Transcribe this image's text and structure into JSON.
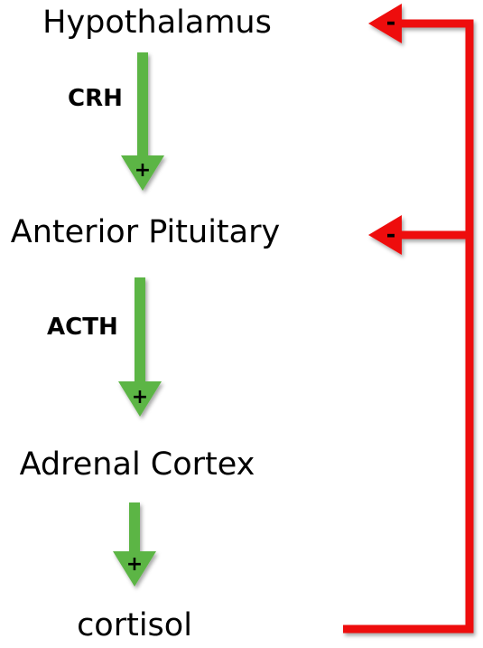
{
  "nodes": {
    "hypothalamus": "Hypothalamus",
    "anterior_pituitary": "Anterior Pituitary",
    "adrenal_cortex": "Adrenal Cortex",
    "cortisol": "cortisol"
  },
  "hormones": {
    "crh": "CRH",
    "acth": "ACTH"
  },
  "signs": {
    "stimulation": "+",
    "inhibition": "-"
  },
  "colors": {
    "stimulation_arrow": "#5cb545",
    "feedback_arrow": "#ee1111"
  }
}
